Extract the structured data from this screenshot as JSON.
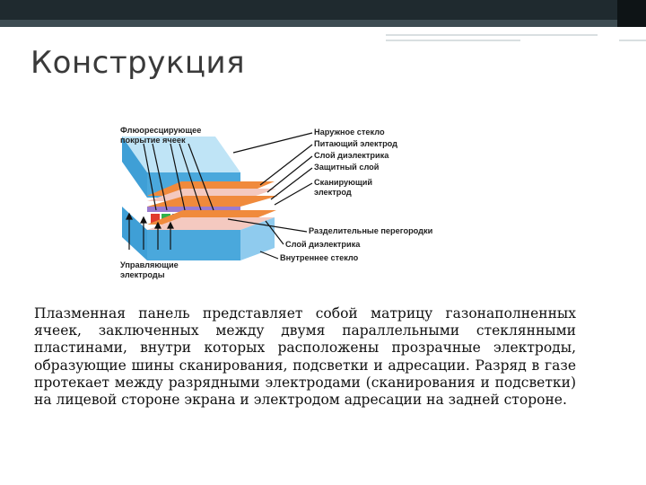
{
  "slide": {
    "title": "Конструкция",
    "paragraph": "Плазменная панель представляет собой матрицу газонаполненных ячеек, заключенных между двумя параллельными стеклянными пластинами, внутри которых расположены прозрачные электроды, образующие шины сканирования, подсветки и адресации. Разряд в газе протекает между разрядными электродами (сканирования и подсветки) на лицевой стороне экрана и электродом адресации на задней стороне."
  },
  "diagram": {
    "labels": {
      "phosphor": [
        "Флюоресцирующее",
        "покрытие ячеек"
      ],
      "outer_glass": "Наружное стекло",
      "supply_electrode": "Питающий электрод",
      "dielectric_top": "Слой диэлектрика",
      "protective_layer": "Защитный слой",
      "scan_electrode": [
        "Сканирующий",
        "электрод"
      ],
      "barriers": "Разделительные перегородки",
      "dielectric_bottom": "Слой диэлектрика",
      "inner_glass": "Внутреннее стекло",
      "control_electrodes": [
        "Управляющие",
        "электроды"
      ]
    },
    "colors": {
      "glass": "#3f9fd6",
      "glass_light": "#bfe4f6",
      "electrode": "#f08a3c",
      "dielectric": "#f4c9c0",
      "cell_red": "#e03a2e",
      "cell_green": "#2fb14a",
      "cell_blue": "#2f62d6"
    }
  }
}
